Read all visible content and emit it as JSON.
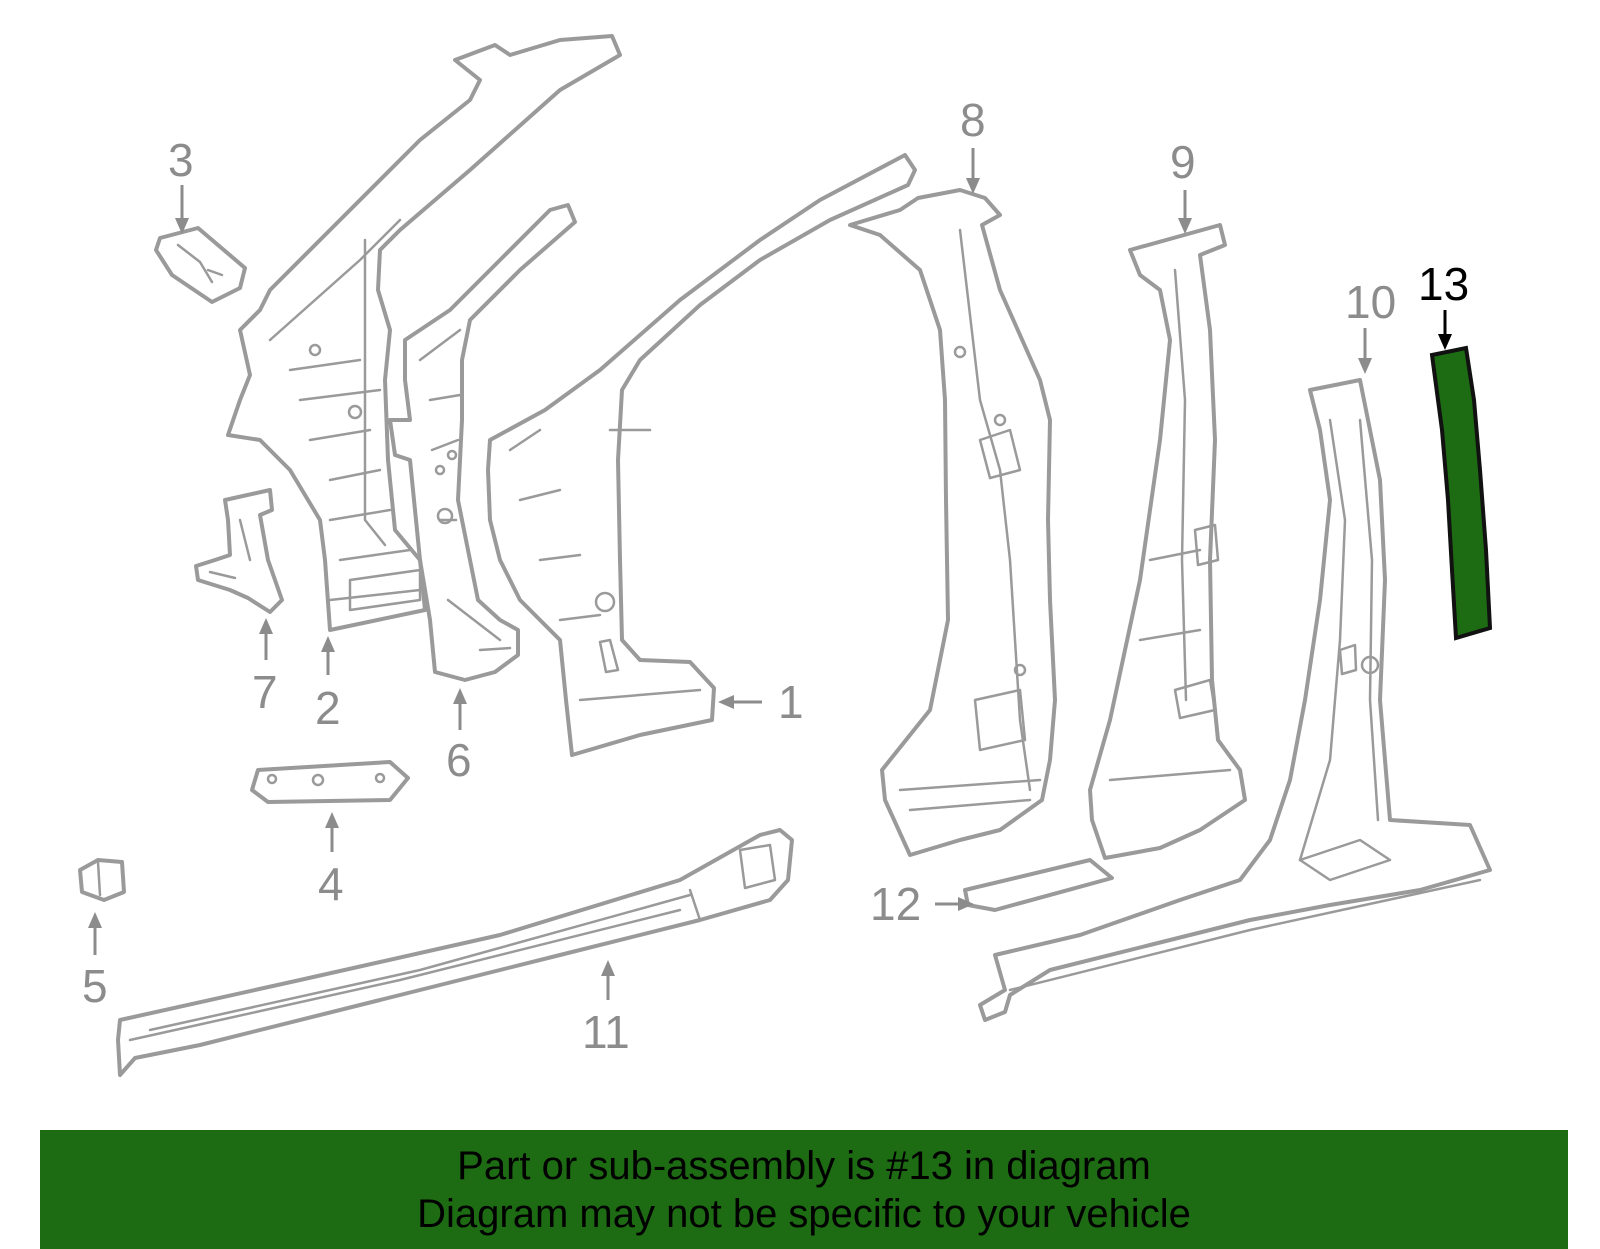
{
  "diagram": {
    "callouts": [
      {
        "id": "1",
        "label": "1",
        "highlighted": false
      },
      {
        "id": "2",
        "label": "2",
        "highlighted": false
      },
      {
        "id": "3",
        "label": "3",
        "highlighted": false
      },
      {
        "id": "4",
        "label": "4",
        "highlighted": false
      },
      {
        "id": "5",
        "label": "5",
        "highlighted": false
      },
      {
        "id": "6",
        "label": "6",
        "highlighted": false
      },
      {
        "id": "7",
        "label": "7",
        "highlighted": false
      },
      {
        "id": "8",
        "label": "8",
        "highlighted": false
      },
      {
        "id": "9",
        "label": "9",
        "highlighted": false
      },
      {
        "id": "10",
        "label": "10",
        "highlighted": false
      },
      {
        "id": "11",
        "label": "11",
        "highlighted": false
      },
      {
        "id": "12",
        "label": "12",
        "highlighted": false
      },
      {
        "id": "13",
        "label": "13",
        "highlighted": true
      }
    ],
    "colors": {
      "part_outline": "#9a9a9a",
      "callout_text": "#8c8c8c",
      "highlight_fill": "#1d6b12",
      "highlight_text": "#000000"
    }
  },
  "banner": {
    "line1": "Part or sub-assembly is #13 in diagram",
    "line2": "Diagram may not be specific to your vehicle"
  }
}
